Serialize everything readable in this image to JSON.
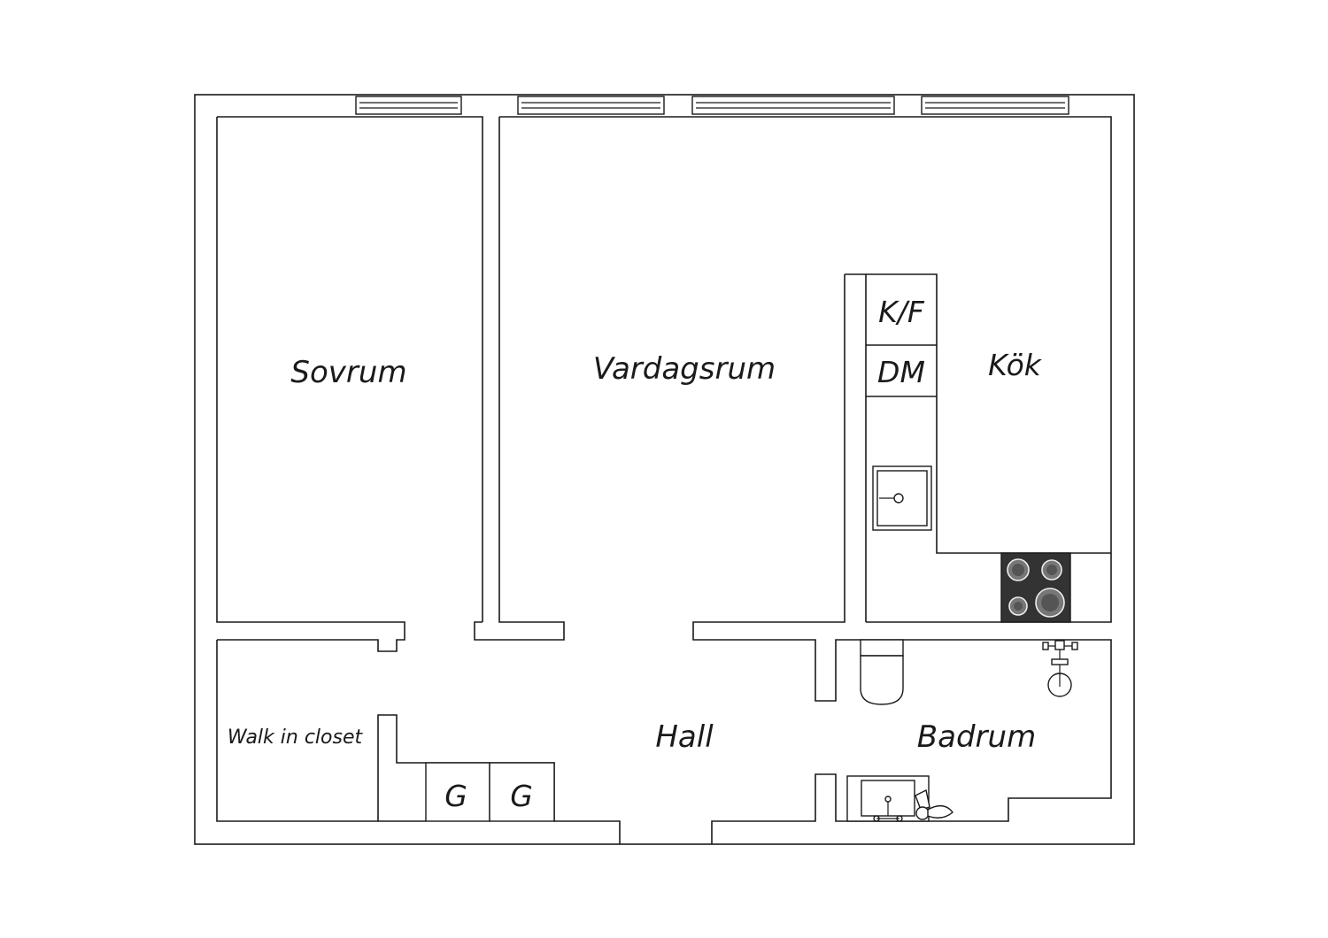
{
  "rooms": {
    "sovrum": "Sovrum",
    "vardagsrum": "Vardagsrum",
    "kok": "Kök",
    "hall": "Hall",
    "badrum": "Badrum",
    "walk_in_closet": "Walk in closet"
  },
  "appliances": {
    "fridge_freezer": "K/F",
    "dishwasher": "DM",
    "wardrobe_1": "G",
    "wardrobe_2": "G"
  },
  "colors": {
    "line": "#1a1a1a",
    "stove_top": "#333333",
    "background": "#ffffff"
  }
}
